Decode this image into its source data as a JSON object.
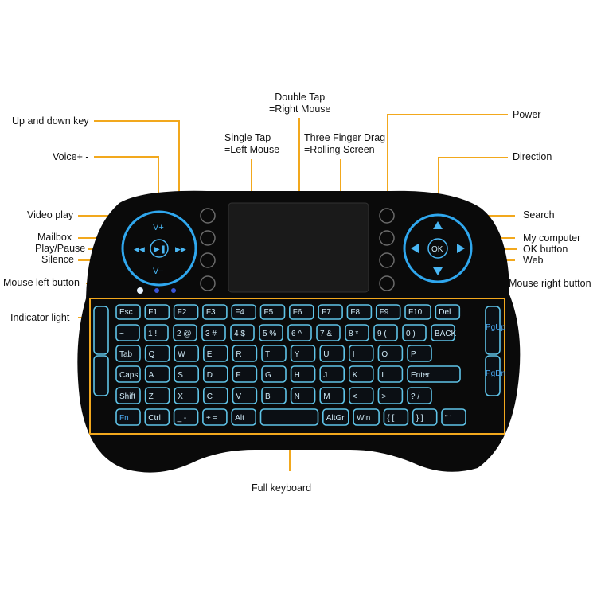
{
  "labels": {
    "double_tap_1": "Double Tap",
    "double_tap_2": "=Right Mouse",
    "single_tap_1": "Single Tap",
    "single_tap_2": "=Left Mouse",
    "three_finger_1": "Three Finger Drag",
    "three_finger_2": "=Rolling Screen",
    "up_down_key": "Up and down key",
    "voice": "Voice+ -",
    "video_play": "Video play",
    "mailbox": "Mailbox",
    "play_pause": "Play/Pause",
    "silence": "Silence",
    "mouse_left": "Mouse left button",
    "indicator": "Indicator light",
    "power": "Power",
    "direction": "Direction",
    "search": "Search",
    "my_computer": "My computer",
    "ok_button": "OK button",
    "web": "Web",
    "mouse_right": "Mouse right button",
    "full_keyboard": "Full keyboard"
  },
  "device": {
    "dpad_ok": "OK",
    "vol_up": "V+",
    "vol_down": "V−"
  },
  "keyboard_rows": [
    [
      "Esc",
      "F1",
      "F2",
      "F3",
      "F4",
      "F5",
      "F6",
      "F7",
      "F8",
      "F9",
      "F10",
      "Del"
    ],
    [
      "~",
      "1 !",
      "2 @",
      "3 #",
      "4 $",
      "5 %",
      "6 ^",
      "7 &",
      "8 *",
      "9 (",
      "0 )",
      "BACK"
    ],
    [
      "Tab",
      "Q",
      "W",
      "E",
      "R",
      "T",
      "Y",
      "U",
      "I",
      "O",
      "P"
    ],
    [
      "Caps",
      "A",
      "S",
      "D",
      "F",
      "G",
      "H",
      "J",
      "K",
      "L",
      "Enter"
    ],
    [
      "Shift",
      "Z",
      "X",
      "C",
      "V",
      "B",
      "N",
      "M",
      "<",
      ">",
      "? /"
    ],
    [
      "Fn",
      "Ctrl",
      "_ -",
      "+ =",
      "Alt",
      "",
      "AltGr",
      "Win",
      "{ [",
      "} ]",
      "\" '"
    ]
  ],
  "side_keys": {
    "left_top": "",
    "right_top": "PgUp",
    "right_bottom": "PgDn"
  },
  "colors": {
    "callout_line": "#f2a81d",
    "key_glow": "#5fc4e8",
    "device_body": "#0a0a0a"
  }
}
